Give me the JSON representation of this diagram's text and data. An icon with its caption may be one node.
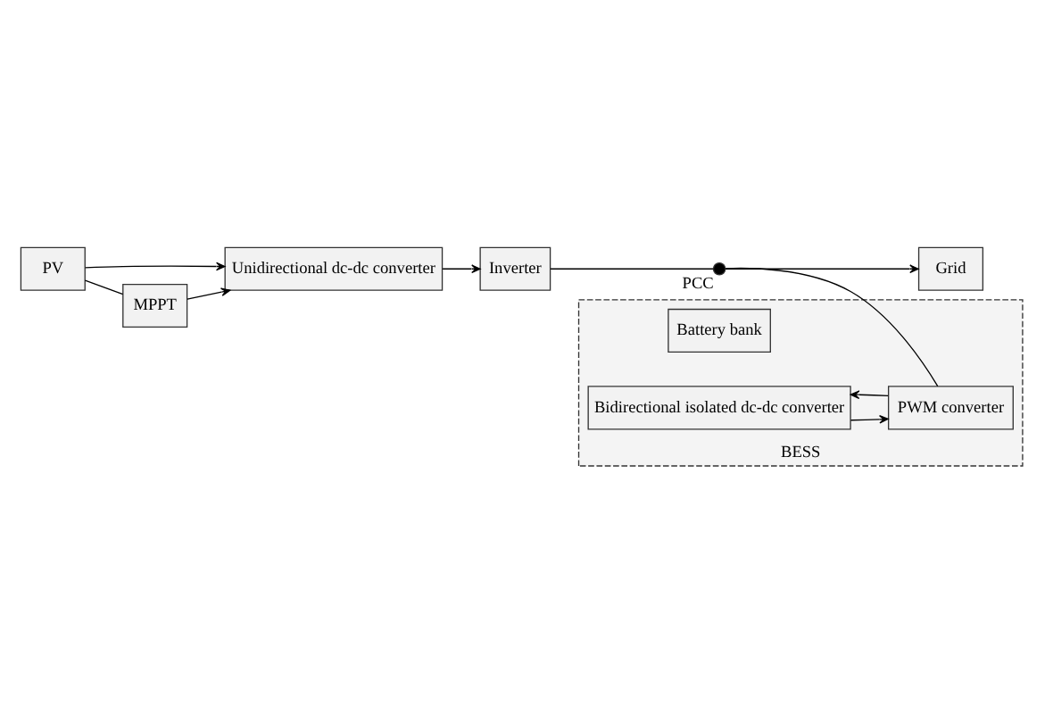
{
  "diagram": {
    "nodes": [
      {
        "text": [
          "PV"
        ]
      },
      {
        "text": [
          "Unidirectional dc-dc converter"
        ]
      },
      {
        "text": [
          "Inverter"
        ]
      },
      {
        "text": [],
        "shape": "circle",
        "beside": [
          "PCC"
        ]
      },
      {
        "text": [
          "Grid"
        ]
      },
      {
        "text": [
          "MPPT"
        ]
      },
      {
        "text": [
          "BESS"
        ]
      },
      {
        "text": [
          "Battery bank"
        ],
        "in": 6
      },
      {
        "text": [
          "Bidirectional isolated dc-dc converter"
        ],
        "in": 6
      },
      {
        "text": [
          "PWM converter"
        ],
        "in": 6
      }
    ],
    "edges": [
      {
        "from": 0,
        "to": 1,
        "arrow": "to"
      },
      {
        "from": 0,
        "to": 5,
        "arrow": "none"
      },
      {
        "from": 5,
        "to": 1,
        "arrow": "to"
      },
      {
        "from": 1,
        "to": 2,
        "arrow": "to"
      },
      {
        "from": 2,
        "to": 3,
        "arrow": "none"
      },
      {
        "from": 3,
        "to": 4,
        "arrow": "to"
      },
      {
        "from": 3,
        "to": 9,
        "arrow": "none"
      },
      {
        "from": 9,
        "to": 8,
        "arrow": "to"
      },
      {
        "from": 8,
        "to": 9,
        "arrow": "to"
      }
    ]
  }
}
